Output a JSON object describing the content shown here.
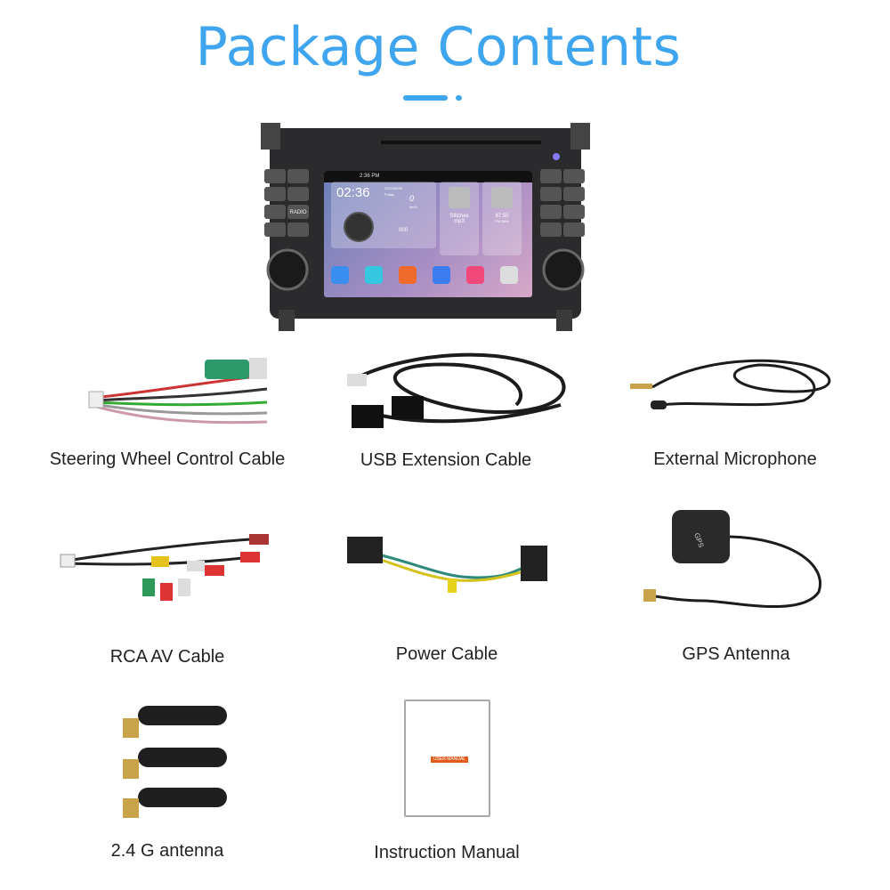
{
  "title": "Package Contents",
  "accent_color": "#3fa5ef",
  "head_unit": {
    "status_time": "2:36 PM",
    "clock": "02:36",
    "date": "2022/08/09",
    "weekday": "Friday",
    "speed": "0",
    "speed_unit": "km/h",
    "trip": "000",
    "media_title": "Stitches",
    "media_sub": "mp3",
    "radio_freq": "87.50",
    "radio_band": "FM",
    "radio_unit": "MHz",
    "buttons": [
      "RADIO"
    ],
    "apps": [
      "apps-icon",
      "navigation-icon",
      "phone-icon",
      "car-connect-icon",
      "music-icon",
      "settings-icon"
    ]
  },
  "items": [
    {
      "label": "Steering Wheel Control Cable"
    },
    {
      "label": "USB Extension Cable"
    },
    {
      "label": "External Microphone"
    },
    {
      "label": "RCA AV Cable"
    },
    {
      "label": "Power Cable"
    },
    {
      "label": "GPS Antenna"
    },
    {
      "label": "2.4 G antenna"
    },
    {
      "label": "Instruction Manual"
    }
  ],
  "manual_cover_text": "USER MANUAL",
  "gps_label_text": "GPS"
}
